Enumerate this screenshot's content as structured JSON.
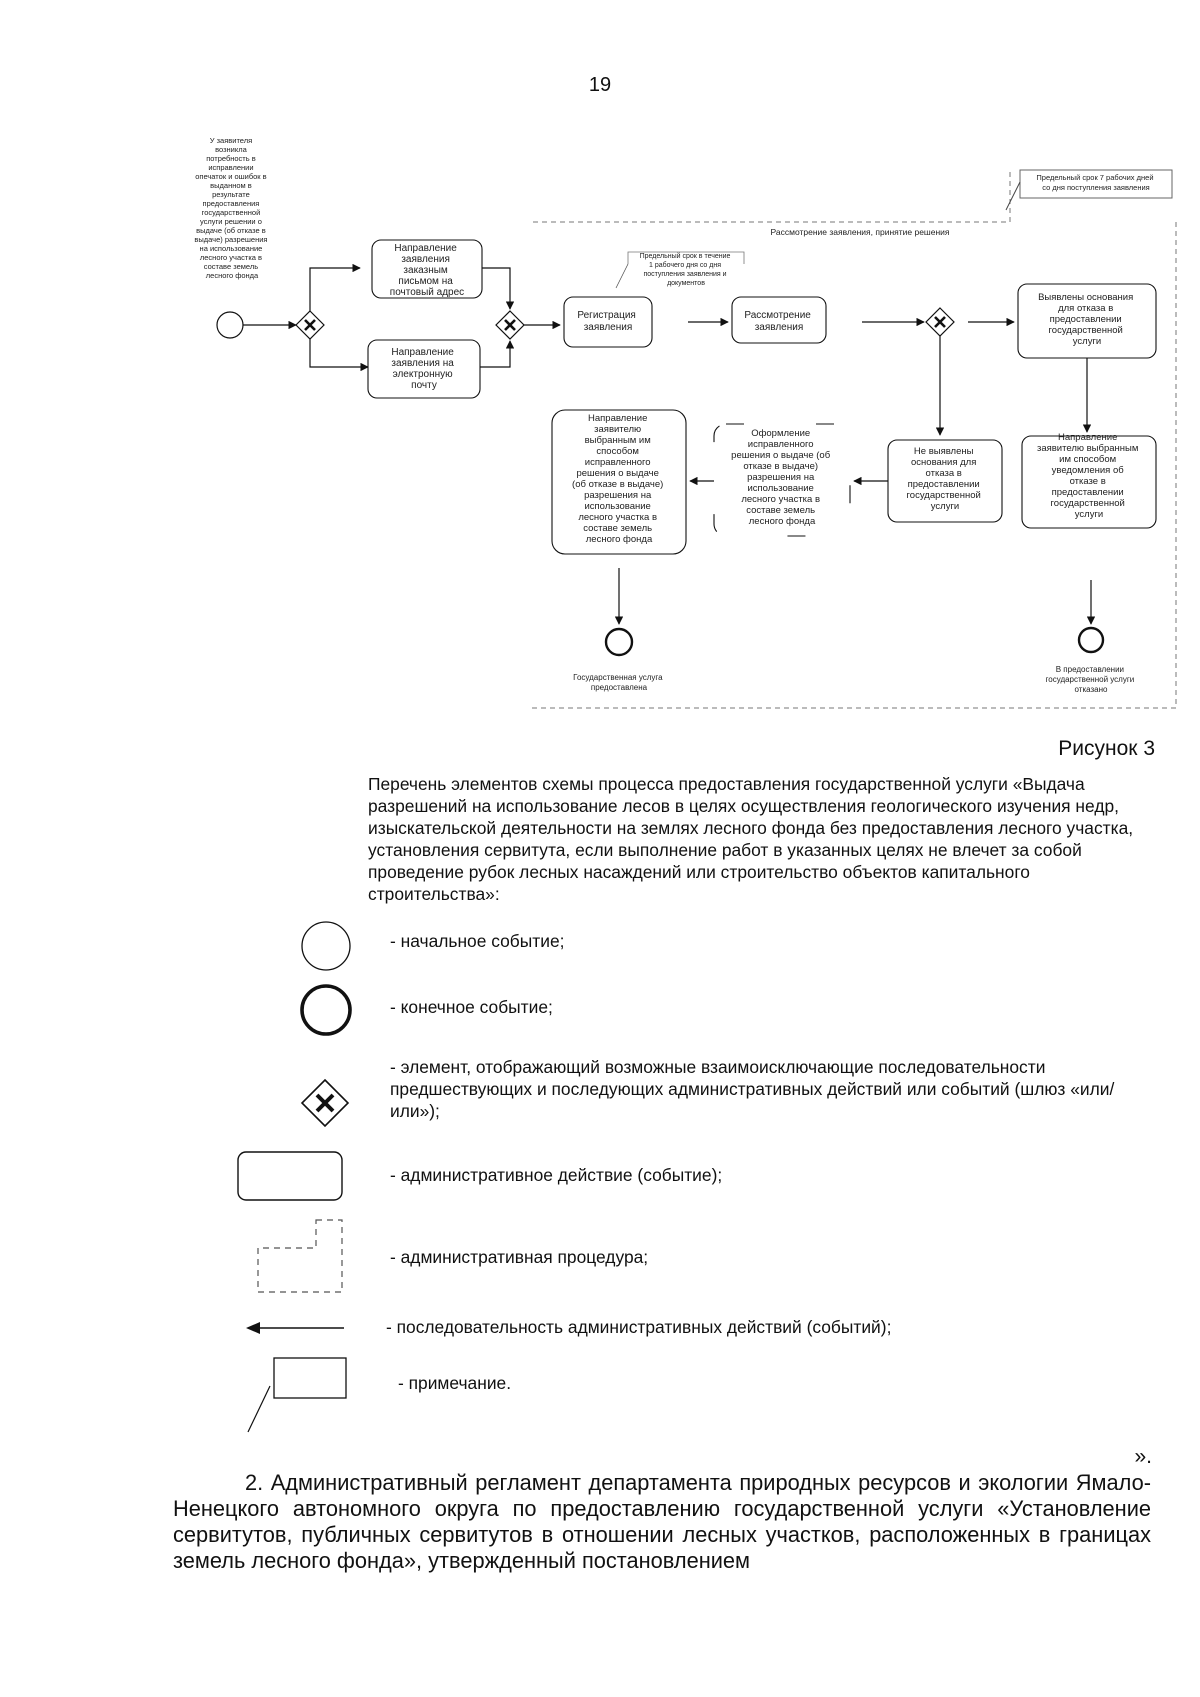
{
  "page_number": "19",
  "diagram": {
    "start_note": [
      "У заявителя",
      "возникла",
      "потребность в",
      "исправлении",
      "опечаток и ошибок в",
      "выданном в",
      "результате",
      "предоставления",
      "государственной",
      "услуги решении о",
      "выдаче (об отказе в",
      "выдаче) разрешения",
      "на использование",
      "лесного участка в",
      "составе земель",
      "лесного фонда"
    ],
    "task_mail": [
      "Направление",
      "заявления",
      "заказным",
      "письмом на",
      "почтовый адрес"
    ],
    "task_email": [
      "Направление",
      "заявления на",
      "электронную",
      "почту"
    ],
    "registration_note": [
      "Предельный срок в течение",
      "1 рабочего дня со дня",
      "поступления заявления и",
      "документов"
    ],
    "task_registration": [
      "Регистрация",
      "заявления"
    ],
    "procedure_title": "Рассмотрение заявления, принятие решения",
    "procedure_note": [
      "Предельный срок 7 рабочих дней",
      "со дня  поступления заявления"
    ],
    "task_review": [
      "Рассмотрение",
      "заявления"
    ],
    "task_grounds_found": [
      "Выявлены основания",
      "для отказа в",
      "предоставлении",
      "государственной",
      "услуги"
    ],
    "task_no_grounds": [
      "Не выявлены",
      "основания для",
      "отказа в",
      "предоставлении",
      "государственной",
      "услуги"
    ],
    "task_prepare": [
      "Оформление",
      "исправленного",
      "решения о выдаче (об",
      "отказе в выдаче)",
      "разрешения на",
      "использование",
      "лесного участка в",
      "составе земель",
      "лесного фонда"
    ],
    "task_send_decision": [
      "Направление",
      "заявителю",
      "выбранным им",
      "способом",
      "исправленного",
      "решения о выдаче",
      "(об отказе в выдаче)",
      "разрешения на",
      "использование",
      "лесного участка в",
      "составе земель",
      "лесного фонда"
    ],
    "task_send_refusal": [
      "Направление",
      "заявителю выбранным",
      "им способом",
      "уведомления об",
      "отказе в",
      "предоставлении",
      "государственной",
      "услуги"
    ],
    "end_success": [
      "Государственная услуга",
      "предоставлена"
    ],
    "end_refusal": [
      "В предоставлении",
      "государственной услуги",
      "отказано"
    ]
  },
  "figure_caption": "Рисунок 3",
  "legend": {
    "heading": "Перечень элементов схемы процесса предоставления государственной услуги «Выдача разрешений на использование лесов в целях осуществления геологического изучения недр, изыскательской деятельности на землях лесного фонда без предоставления лесного участка, установления сервитута, если выполнение работ в указанных целях не влечет за собой проведение рубок лесных насаждений или строительство объектов капитального строительства»:",
    "items": [
      "- начальное событие;",
      "- конечное событие;",
      "- элемент, отображающий возможные взаимоисключающие последовательности предшествующих и последующих административных действий или событий (шлюз «или/или»);",
      "- административное действие (событие);",
      "- административная процедура;",
      "- последовательность административных действий (событий);",
      "- примечание."
    ]
  },
  "closing_quote": "».",
  "body_paragraph": "2. Административный регламент департамента природных ресурсов и экологии Ямало-Ненецкого автономного округа по предоставлению государственной услуги «Установление сервитутов, публичных сервитутов в отношении лесных участков, расположенных в границах земель лесного фонда», утвержденный постановлением"
}
